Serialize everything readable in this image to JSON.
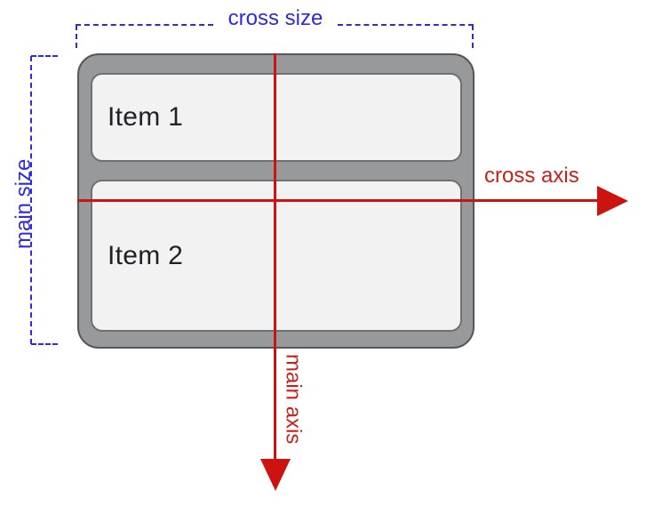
{
  "diagram": {
    "title_hint": "flexbox column axes diagram",
    "labels": {
      "cross_size": "cross size",
      "main_size": "main size",
      "cross_axis": "cross axis",
      "main_axis": "main axis"
    },
    "container": {
      "items": [
        {
          "label": "Item 1"
        },
        {
          "label": "Item 2"
        }
      ]
    },
    "colors": {
      "blue": "#2d2ae0",
      "red": "#cd1310",
      "red_text": "#c5221f",
      "container_fill": "#98999b",
      "container_border": "#55565a",
      "item_fill": "#f2f2f3",
      "item_border": "#6f7074",
      "item_text": "#202124"
    }
  }
}
